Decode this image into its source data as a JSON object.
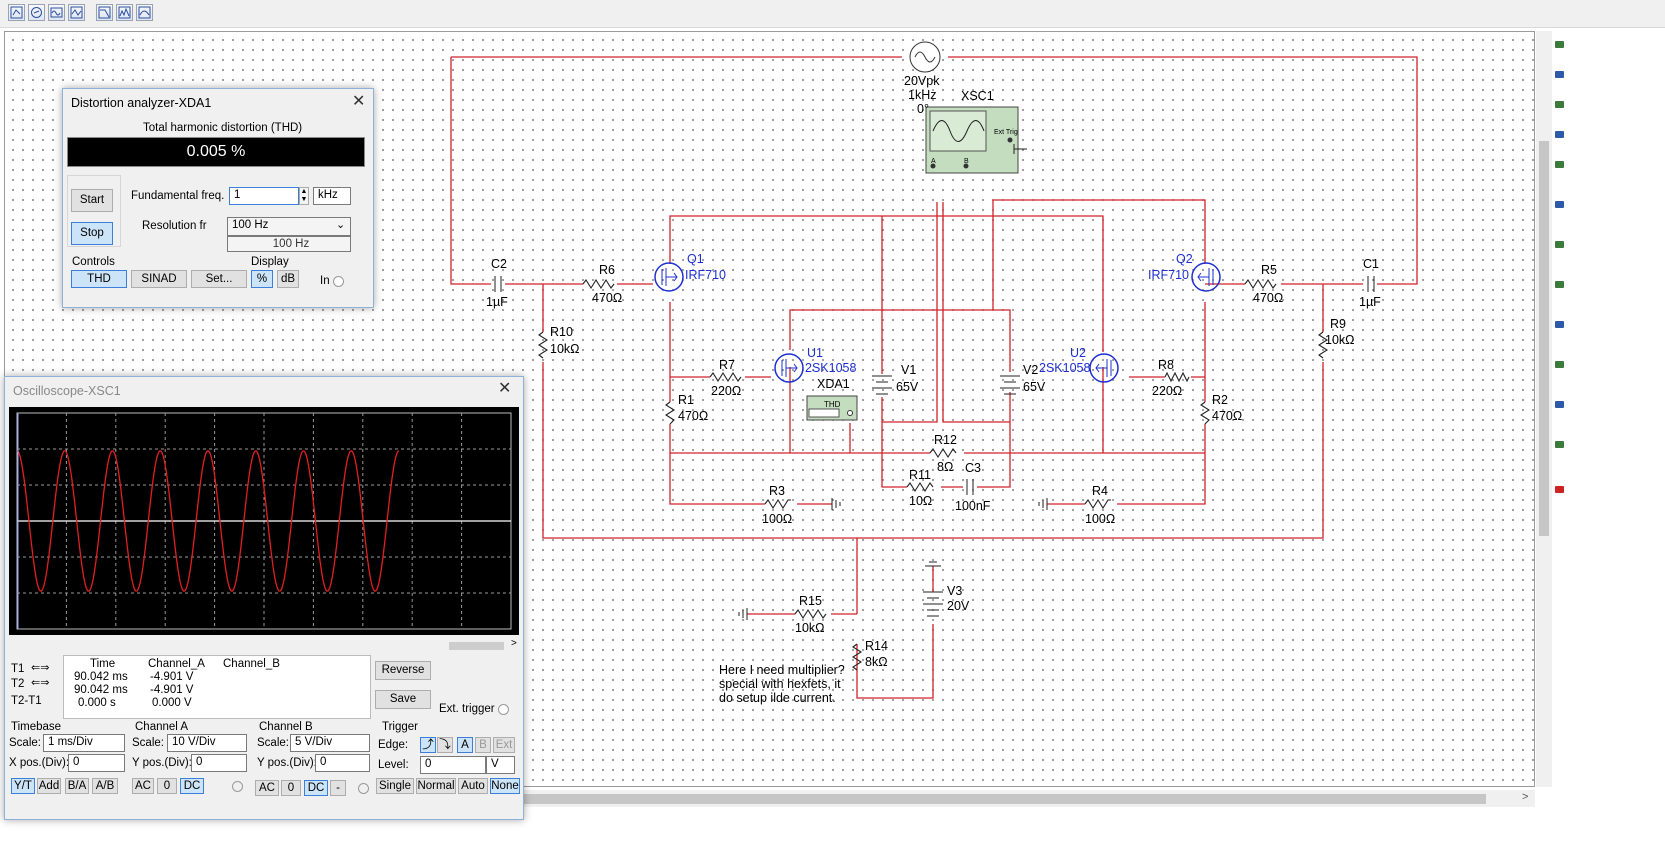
{
  "toolbar": {
    "icons": [
      "instrument-icon-1",
      "instrument-icon-2",
      "instrument-icon-3",
      "instrument-icon-4",
      "instrument-icon-5",
      "instrument-icon-6",
      "instrument-icon-7"
    ]
  },
  "schematic": {
    "source": {
      "amp": "20Vpk",
      "freq": "1kHz",
      "phase": "0°"
    },
    "scope_ref": "XSC1",
    "scope_ext_trig": "Ext Trig",
    "scope_ch_a": "A",
    "scope_ch_b": "B",
    "q1": {
      "ref": "Q1",
      "part": "IRF710"
    },
    "q2": {
      "ref": "Q2",
      "part": "IRF710"
    },
    "u1": {
      "ref": "U1",
      "part": "2SK1058"
    },
    "u2": {
      "ref": "U2",
      "part": "2SK1058"
    },
    "c2": {
      "ref": "C2",
      "val": "1µF"
    },
    "c1": {
      "ref": "C1",
      "val": "1µF"
    },
    "c3": {
      "ref": "C3",
      "val": "100nF"
    },
    "r6": {
      "ref": "R6",
      "val": "470Ω"
    },
    "r5": {
      "ref": "R5",
      "val": "470Ω"
    },
    "r10": {
      "ref": "R10",
      "val": "10kΩ"
    },
    "r9": {
      "ref": "R9",
      "val": "10kΩ"
    },
    "r7": {
      "ref": "R7",
      "val": "220Ω"
    },
    "r8": {
      "ref": "R8",
      "val": "220Ω"
    },
    "r1": {
      "ref": "R1",
      "val": "470Ω"
    },
    "r2": {
      "ref": "R2",
      "val": "470Ω"
    },
    "r12": {
      "ref": "R12",
      "val": "8Ω"
    },
    "r11": {
      "ref": "R11",
      "val": "10Ω"
    },
    "r3": {
      "ref": "R3",
      "val": "100Ω"
    },
    "r4": {
      "ref": "R4",
      "val": "100Ω"
    },
    "r15": {
      "ref": "R15",
      "val": "10kΩ"
    },
    "r14": {
      "ref": "R14",
      "val": "8kΩ"
    },
    "v1": {
      "ref": "V1",
      "val": "65V"
    },
    "v2": {
      "ref": "V2",
      "val": "65V"
    },
    "v3": {
      "ref": "V3",
      "val": "20V"
    },
    "xda1": {
      "ref": "XDA1",
      "label": "THD"
    },
    "note_lines": [
      "Here I need multiplier?",
      "special with hexfets, it",
      "do setup ilde current."
    ]
  },
  "distortion": {
    "title": "Distortion analyzer-XDA1",
    "close": "✕",
    "thd_label": "Total harmonic distortion (THD)",
    "thd_value": "0.005 %",
    "start": "Start",
    "stop": "Stop",
    "fund_label": "Fundamental freq.",
    "fund_value": "1",
    "fund_unit": "kHz",
    "res_label": "Resolution fr",
    "res_value": "100 Hz",
    "res_display": "100 Hz",
    "controls_label": "Controls",
    "thd_btn": "THD",
    "sinad_btn": "SINAD",
    "set_btn": "Set...",
    "display_label": "Display",
    "pct_btn": "%",
    "db_btn": "dB",
    "in_label": "In"
  },
  "scope": {
    "title": "Oscilloscope-XSC1",
    "close": "✕",
    "t1": "T1",
    "t2": "T2",
    "t2t1": "T2-T1",
    "hdr_time": "Time",
    "hdr_a": "Channel_A",
    "hdr_b": "Channel_B",
    "rows": [
      {
        "time": "90.042 ms",
        "a": "-4.901 V",
        "b": ""
      },
      {
        "time": "90.042 ms",
        "a": "-4.901 V",
        "b": ""
      },
      {
        "time": "0.000 s",
        "a": "0.000 V",
        "b": ""
      }
    ],
    "reverse": "Reverse",
    "save": "Save",
    "ext_trigger": "Ext. trigger",
    "timebase": {
      "label": "Timebase",
      "scale_label": "Scale:",
      "scale": "1 ms/Div",
      "xpos_label": "X pos.(Div):",
      "xpos": "0",
      "yt": "Y/T",
      "add": "Add",
      "ba": "B/A",
      "ab": "A/B"
    },
    "cha": {
      "label": "Channel A",
      "scale_label": "Scale:",
      "scale": "10  V/Div",
      "ypos_label": "Y pos.(Div):",
      "ypos": "0",
      "ac": "AC",
      "zero": "0",
      "dc": "DC"
    },
    "chb": {
      "label": "Channel B",
      "scale_label": "Scale:",
      "scale": "5  V/Div",
      "ypos_label": "Y pos.(Div):",
      "ypos": "0",
      "ac": "AC",
      "zero": "0",
      "dc": "DC",
      "minus": "-"
    },
    "trigger": {
      "label": "Trigger",
      "edge_label": "Edge:",
      "level_label": "Level:",
      "level": "0",
      "level_unit": "V",
      "a": "A",
      "b": "B",
      "ext": "Ext",
      "single": "Single",
      "normal": "Normal",
      "auto": "Auto",
      "none": "None"
    },
    "waveform": {
      "cycles": 8,
      "amplitude_div": 1.95
    }
  },
  "colors": {
    "wire": "#d0232a",
    "component_label": "#1d2fd1",
    "scope_trace": "#e02020"
  }
}
